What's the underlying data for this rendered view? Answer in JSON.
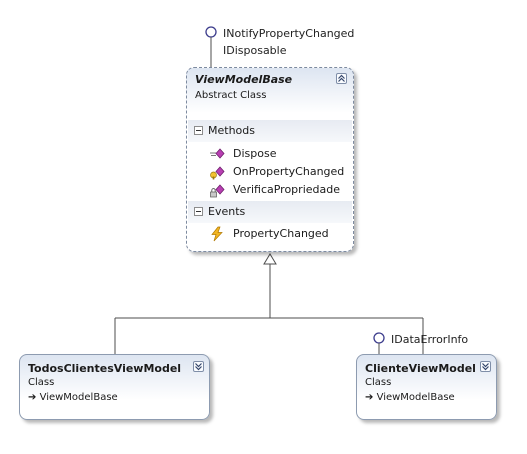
{
  "base_class": {
    "name": "ViewModelBase",
    "kind": "Abstract Class",
    "interfaces": [
      "INotifyPropertyChanged",
      "IDisposable"
    ],
    "sections": [
      {
        "title": "Methods",
        "members": [
          "Dispose",
          "OnPropertyChanged",
          "VerificaPropriedade"
        ]
      },
      {
        "title": "Events",
        "members": [
          "PropertyChanged"
        ]
      }
    ]
  },
  "derived_classes": [
    {
      "name": "TodosClientesViewModel",
      "kind": "Class",
      "base": "ViewModelBase"
    },
    {
      "name": "ClienteViewModel",
      "kind": "Class",
      "base": "ViewModelBase",
      "interface": "IDataErrorInfo"
    }
  ],
  "colors": {
    "line": "#4d4d4d",
    "lollipop": "#3c3c8c",
    "border": "#8d9bb0"
  }
}
